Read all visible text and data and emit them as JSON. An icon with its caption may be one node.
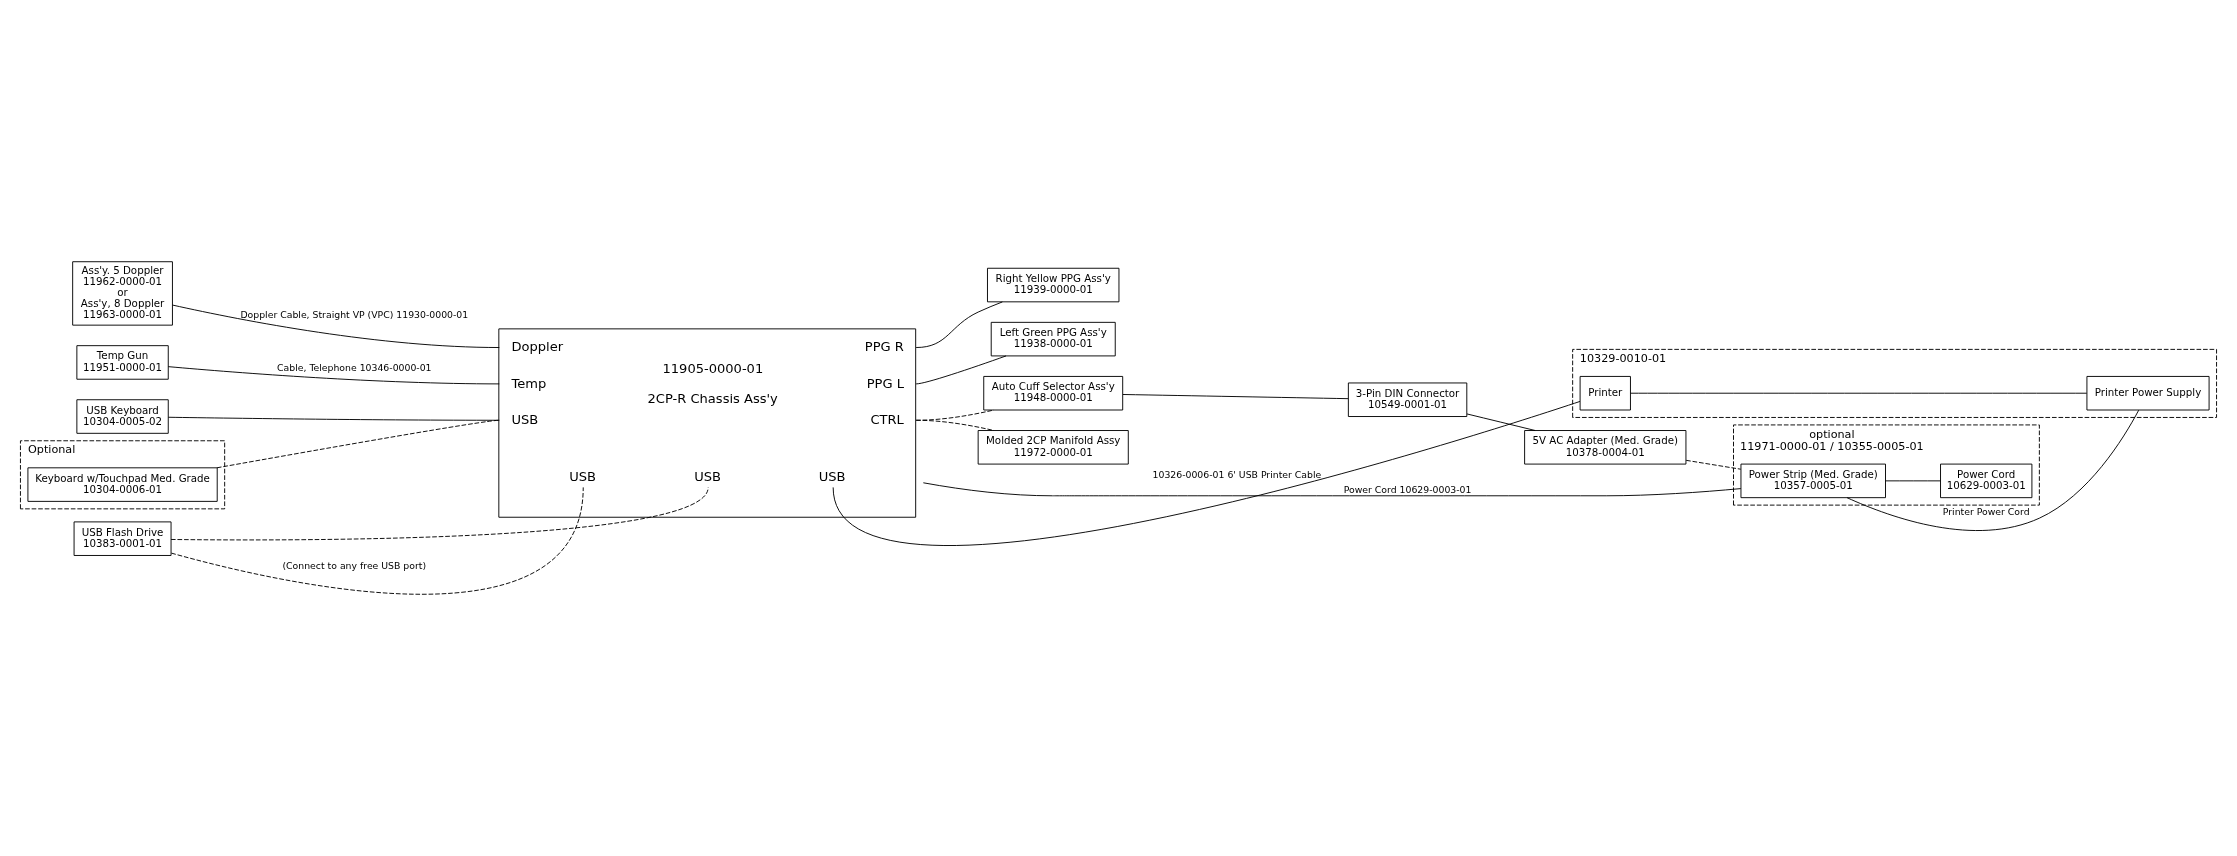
{
  "diagram": {
    "nodes": [
      {
        "text": [
          "Ass'y. 5 Doppler",
          "11962-0000-01",
          "or",
          "Ass'y, 8 Doppler",
          "11963-0000-01"
        ]
      },
      {
        "text": [
          "Temp Gun",
          "11951-0000-01"
        ]
      },
      {
        "text": [
          "USB Keyboard",
          "10304-0005-02"
        ]
      },
      {
        "text": [
          "Optional"
        ]
      },
      {
        "text": [
          "Keyboard w/Touchpad Med. Grade",
          "10304-0006-01"
        ],
        "in": 3
      },
      {
        "text": [
          "USB Flash Drive",
          "10383-0001-01"
        ]
      },
      {
        "text": [
          "11905-0000-01",
          "2CP-R Chassis Ass'y",
          "Doppler",
          "Temp",
          "USB",
          "PPG R",
          "PPG L",
          "CTRL",
          "USB",
          "USB",
          "USB"
        ]
      },
      {
        "text": [
          "Right Yellow PPG Ass'y",
          "11939-0000-01"
        ]
      },
      {
        "text": [
          "Left Green PPG Ass'y",
          "11938-0000-01"
        ]
      },
      {
        "text": [
          "Auto Cuff Selector Ass'y",
          "11948-0000-01"
        ]
      },
      {
        "text": [
          "Molded 2CP Manifold Assy",
          "11972-0000-01"
        ]
      },
      {
        "text": [
          "3-Pin DIN Connector",
          "10549-0001-01"
        ]
      },
      {
        "text": [
          "5V AC Adapter (Med. Grade)",
          "10378-0004-01"
        ]
      },
      {
        "text": [
          "optional",
          "11971-0000-01 / 10355-0005-01"
        ]
      },
      {
        "text": [
          "Power Strip (Med. Grade)",
          "10357-0005-01"
        ],
        "in": 13
      },
      {
        "text": [
          "Power Cord",
          "10629-0003-01"
        ],
        "in": 13
      },
      {
        "text": [
          "10329-0010-01"
        ]
      },
      {
        "text": [
          "Printer"
        ],
        "in": 16
      },
      {
        "text": [
          "Printer Power Supply"
        ],
        "in": 16
      }
    ],
    "edges": [
      {
        "from": 0,
        "to": 6,
        "arrow": "none",
        "label": "Doppler Cable, Straight VP (VPC) 11930-0000-01"
      },
      {
        "from": 1,
        "to": 6,
        "arrow": "none",
        "label": "Cable, Telephone 10346-0000-01"
      },
      {
        "from": 2,
        "to": 6,
        "arrow": "none"
      },
      {
        "from": 4,
        "to": 6,
        "arrow": "none",
        "style": "dashed"
      },
      {
        "from": 5,
        "to": 6,
        "arrow": "none",
        "style": "dashed",
        "label": "(Connect to any free USB port)"
      },
      {
        "from": 5,
        "to": 6,
        "arrow": "none",
        "style": "dashed"
      },
      {
        "from": 6,
        "to": 7,
        "arrow": "none"
      },
      {
        "from": 6,
        "to": 8,
        "arrow": "none"
      },
      {
        "from": 6,
        "to": 9,
        "arrow": "none",
        "style": "dashed"
      },
      {
        "from": 6,
        "to": 10,
        "arrow": "none",
        "style": "dashed"
      },
      {
        "from": 9,
        "to": 11,
        "arrow": "none"
      },
      {
        "from": 11,
        "to": 12,
        "arrow": "none"
      },
      {
        "from": 12,
        "to": 14,
        "arrow": "none",
        "style": "dashed"
      },
      {
        "from": 6,
        "to": 14,
        "arrow": "none",
        "label": "Power Cord 10629-0003-01"
      },
      {
        "from": 14,
        "to": 15,
        "arrow": "none"
      },
      {
        "from": 6,
        "to": 17,
        "arrow": "none",
        "label": "10326-0006-01 6' USB Printer Cable"
      },
      {
        "from": 17,
        "to": 18,
        "arrow": "none"
      },
      {
        "from": 14,
        "to": 18,
        "arrow": "none",
        "label": "Printer Power Cord"
      }
    ]
  }
}
